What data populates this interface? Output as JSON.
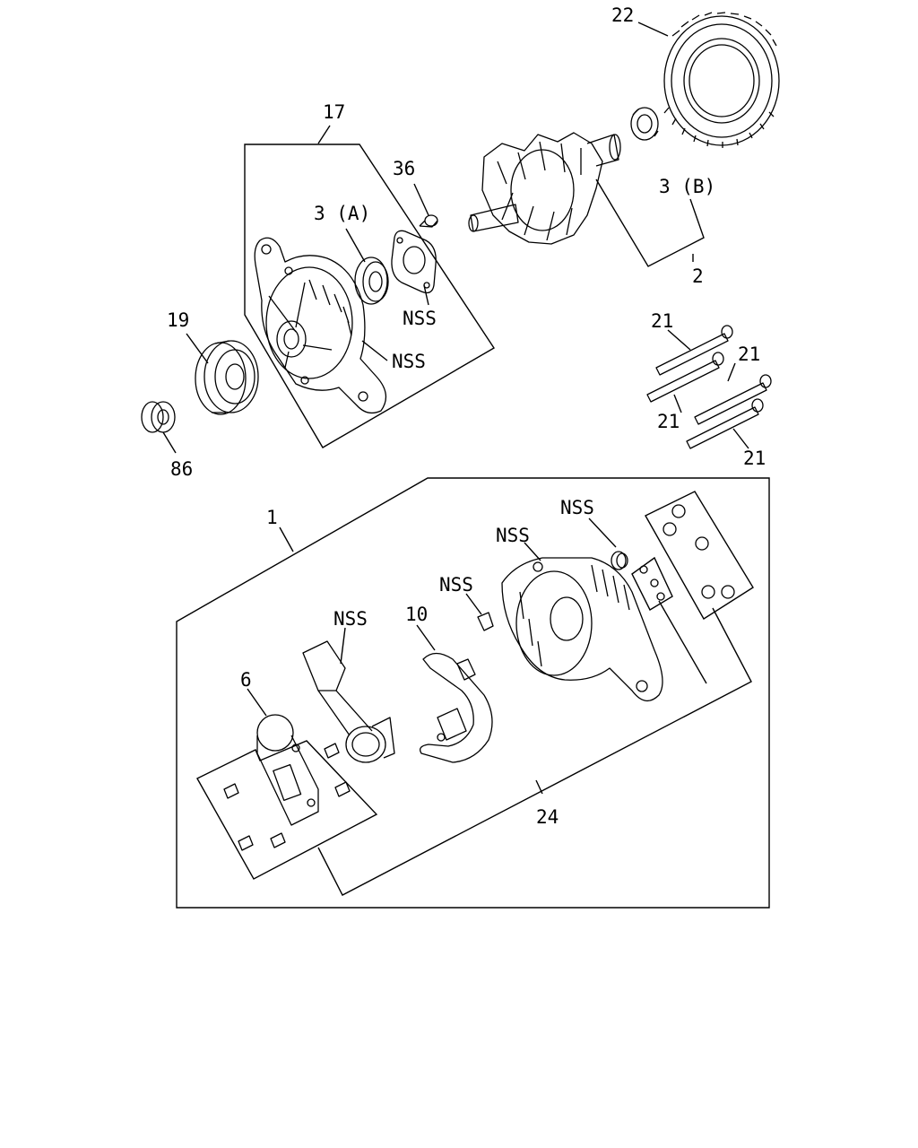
{
  "labels": {
    "l22": "22",
    "l17": "17",
    "l36": "36",
    "l3a": "3 (A)",
    "l3b": "3 (B)",
    "l2": "2",
    "l19": "19",
    "l86": "86",
    "nss_bracket_plate": "NSS",
    "nss_front_housing": "NSS",
    "l21a": "21",
    "l21b": "21",
    "l21c": "21",
    "l21d": "21",
    "l1": "1",
    "nss_terminal": "NSS",
    "nss_rear_housing": "NSS",
    "nss_clip": "NSS",
    "nss_brush_cover": "NSS",
    "l10": "10",
    "l6": "6",
    "l24": "24"
  }
}
